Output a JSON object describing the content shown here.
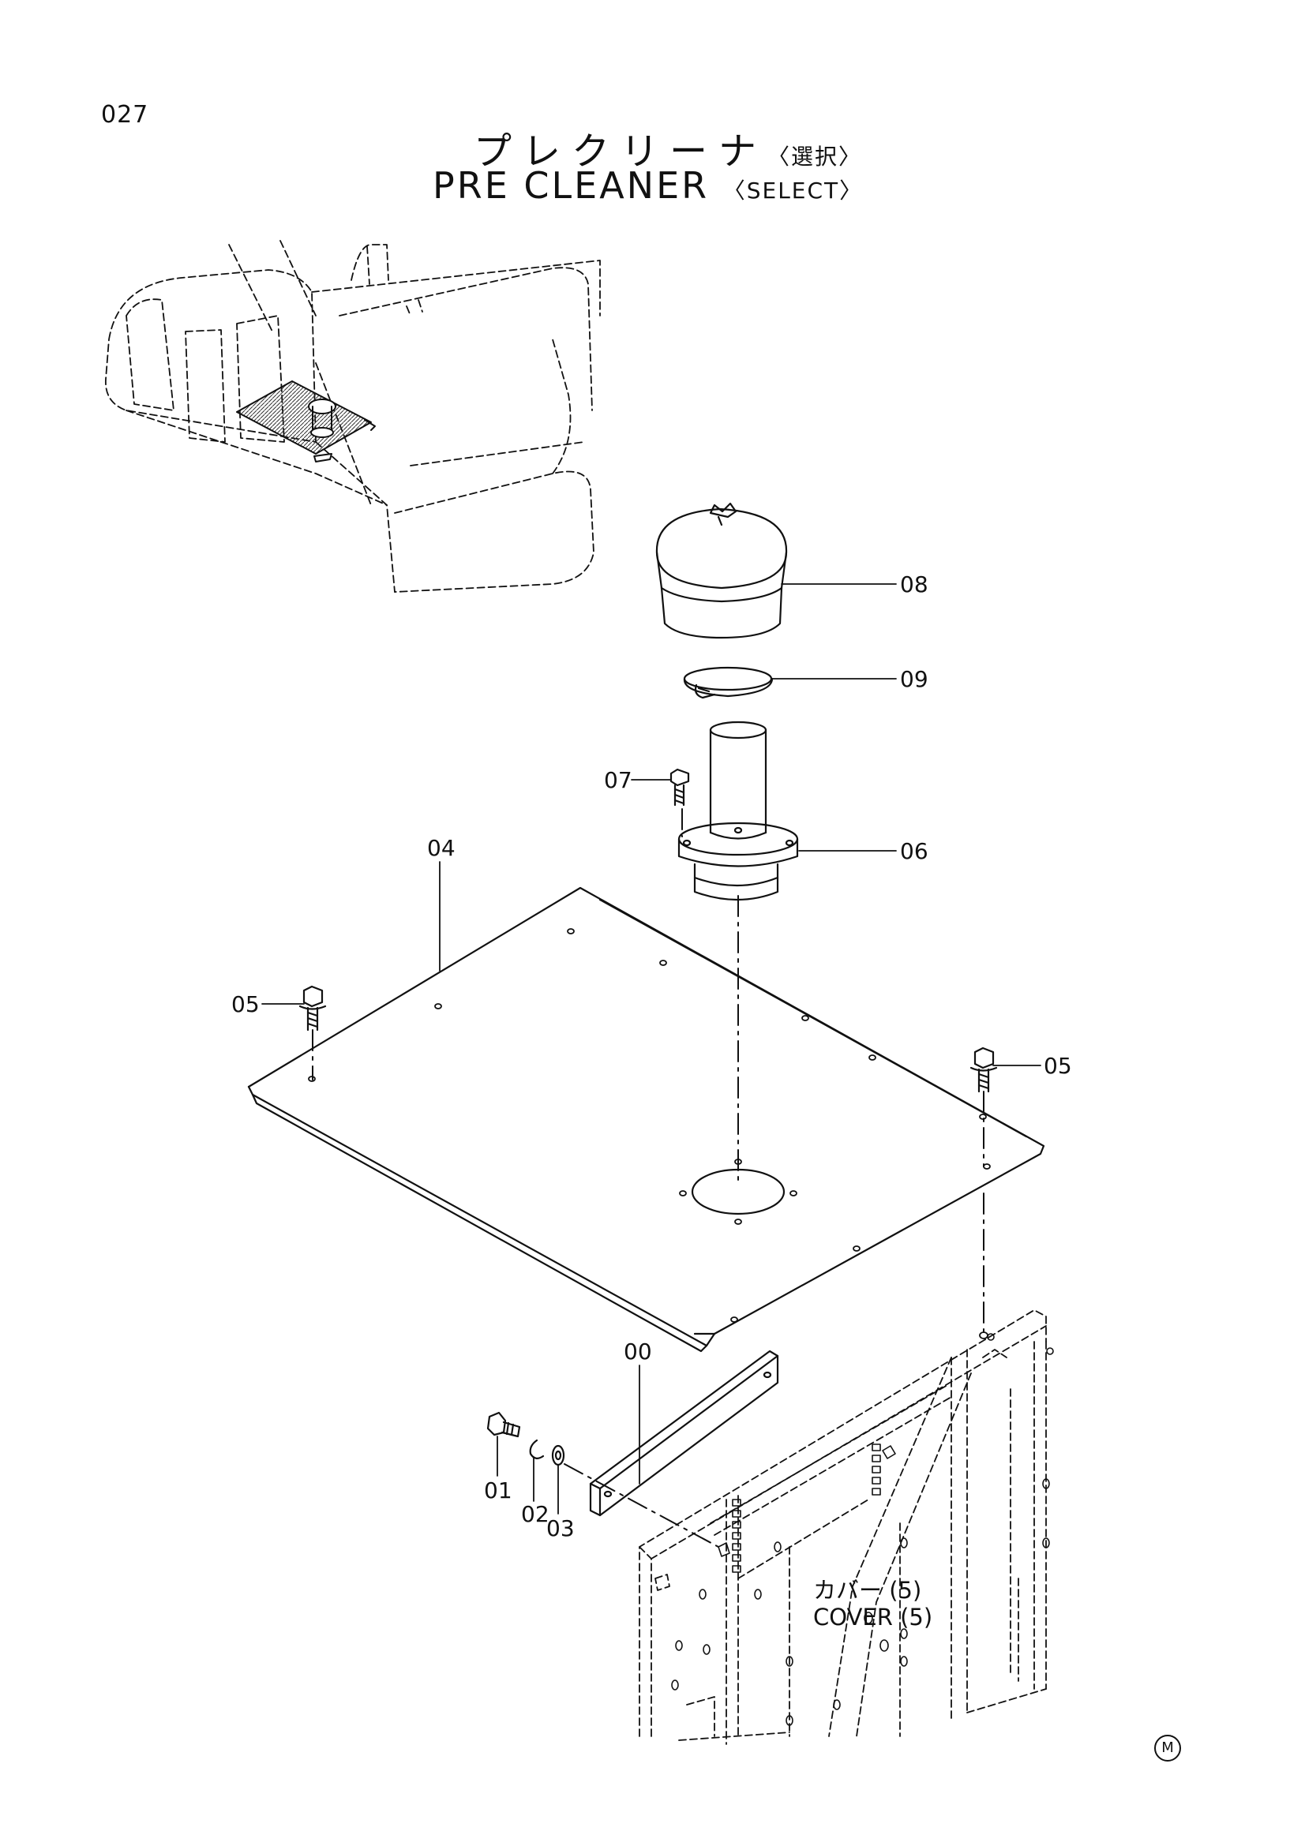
{
  "page_number": "027",
  "title": {
    "jp": "プレクリーナ",
    "jp_note": "〈選択〉",
    "en": "PRE CLEANER",
    "en_note": "〈SELECT〉"
  },
  "callouts": [
    {
      "id": "callout-00",
      "label": "00"
    },
    {
      "id": "callout-01",
      "label": "01"
    },
    {
      "id": "callout-02",
      "label": "02"
    },
    {
      "id": "callout-03",
      "label": "03"
    },
    {
      "id": "callout-04",
      "label": "04"
    },
    {
      "id": "callout-05-left",
      "label": "05"
    },
    {
      "id": "callout-05-right",
      "label": "05"
    },
    {
      "id": "callout-06",
      "label": "06"
    },
    {
      "id": "callout-07",
      "label": "07"
    },
    {
      "id": "callout-08",
      "label": "08"
    },
    {
      "id": "callout-09",
      "label": "09"
    }
  ],
  "cover_label": {
    "jp": "カバー (5)",
    "en": "COVER (5)"
  },
  "corner_mark": "M"
}
